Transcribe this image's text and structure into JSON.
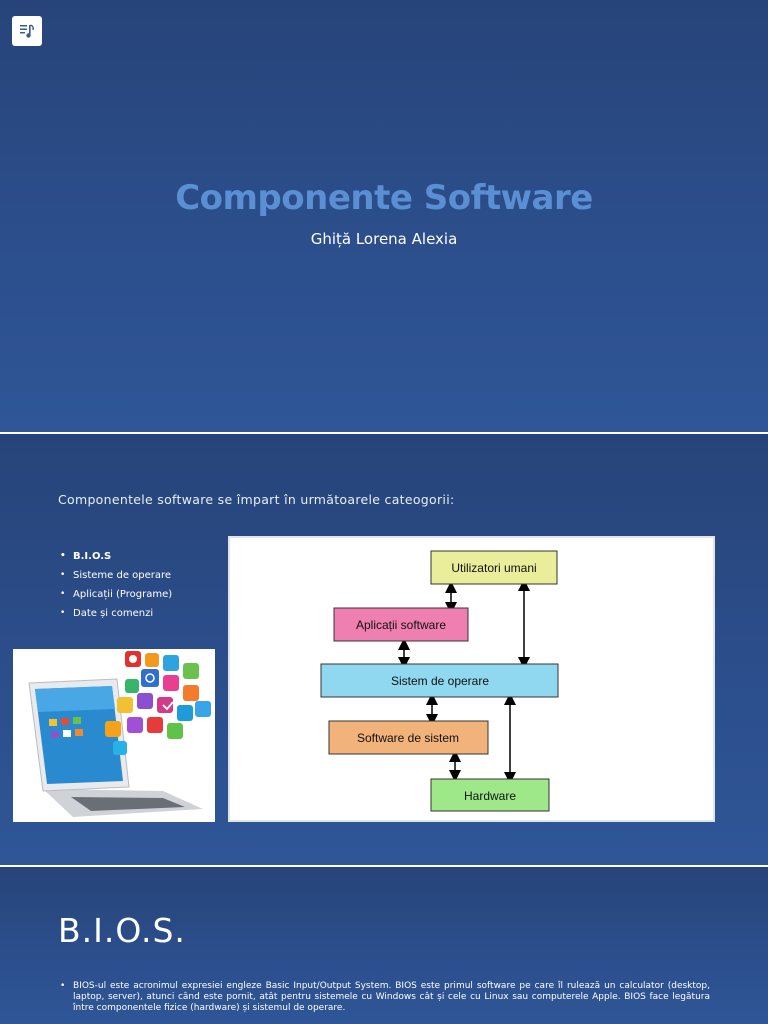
{
  "slide1": {
    "title": "Componente Software",
    "subtitle": "Ghiță Lorena Alexia",
    "audio_icon": "audio-icon"
  },
  "slide2": {
    "intro": "Componentele software se împart în următoarele cateogorii:",
    "bullets": [
      "B.I.O.S",
      "Sisteme de operare",
      "Aplicații (Programe)",
      "Date și comenzi"
    ],
    "laptop_image": "laptop-with-app-icons",
    "diagram": {
      "boxes": {
        "utilizatori": "Utilizatori umani",
        "aplicatii": "Aplicații software",
        "sistem": "Sistem de operare",
        "software_sistem": "Software de sistem",
        "hardware": "Hardware"
      },
      "colors": {
        "utilizatori": "#eaed9a",
        "aplicatii": "#ef7fb0",
        "sistem": "#8fd8ef",
        "software_sistem": "#f2b37a",
        "hardware": "#9ee88a"
      }
    }
  },
  "slide3": {
    "title": "B.I.O.S.",
    "text": "BIOS-ul este acronimul expresiei engleze Basic Input/Output System. BIOS este primul software pe care îl rulează un calculator (desktop, laptop, server), atunci când este pornit, atât pentru sistemele cu Windows cât și cele cu Linux sau computerele Apple. BIOS face legătura între componentele fizice (hardware) și sistemul de operare."
  }
}
